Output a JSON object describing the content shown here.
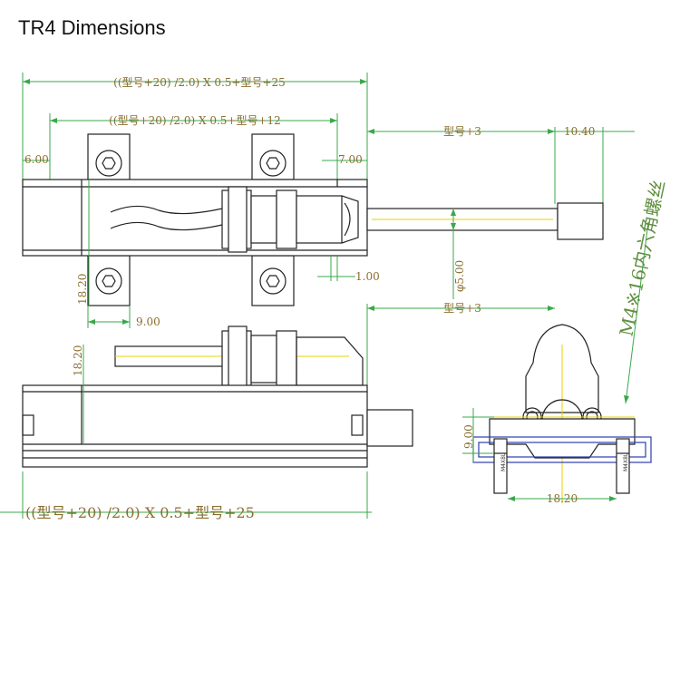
{
  "title": "TR4 Dimensions",
  "top_view": {
    "overall_length": "((型号+20) /2.0) X 0.5+型号+25",
    "mount_spacing": "((型号+20) /2.0) X 0.5+型号+12",
    "stroke": "型号+3",
    "rod_end_length": "10.40",
    "left_offset": "6.00",
    "right_offset": "7.00",
    "gap": "1.00",
    "height": "18.20",
    "tab_width": "9.00",
    "rod_diameter": "φ5.00"
  },
  "side_view": {
    "stroke": "型号+3",
    "height": "18.20",
    "overall_length": "((型号+20) /2.0) X 0.5+型号+25"
  },
  "end_view": {
    "screw_note": "M4※16内六角螺丝",
    "height": "9.00",
    "width": "18.20",
    "nut_label_left": "M4X8L",
    "nut_label_right": "M4X8L"
  },
  "colors": {
    "dimension_line": "#3aa84a",
    "dimension_text": "#8a6d2e",
    "outline": "#222222",
    "centerline": "#e8d100",
    "rail": "#2b3db5"
  }
}
